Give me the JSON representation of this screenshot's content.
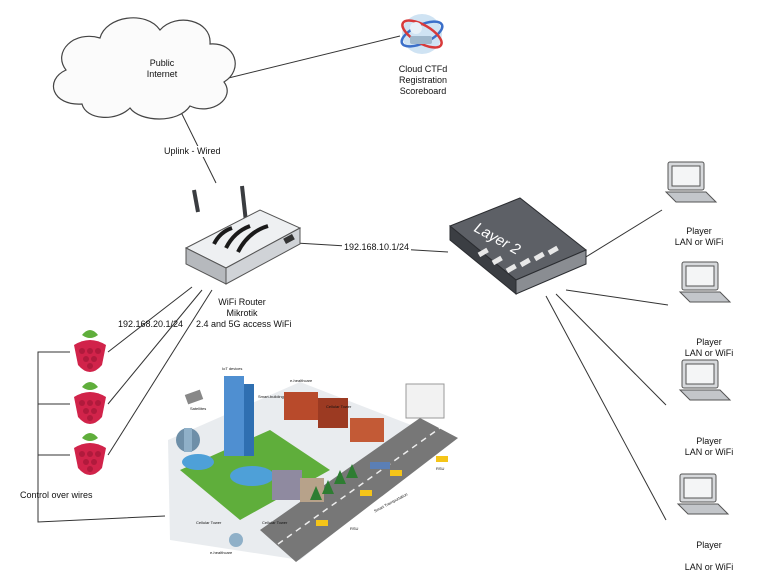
{
  "cloud": {
    "line1": "Public",
    "line2": "Internet"
  },
  "ctfd": {
    "line1": "Cloud CTFd",
    "line2": "Registration",
    "line3": "Scoreboard"
  },
  "links": {
    "uplink": "Uplink - Wired",
    "router_switch": "192.168.10.1/24",
    "router_pis": "192.168.20.1/24"
  },
  "router": {
    "line1": "WiFi Router",
    "line2": "Mikrotik",
    "line3": "2.4 and 5G access WiFi"
  },
  "switch": {
    "label": "Layer 2"
  },
  "pis": {
    "control_label": "Control over wires"
  },
  "city": {
    "labels": [
      "IoT devices",
      "Smart-building",
      "e-healthcare",
      "Satellites",
      "Cellular Tower",
      "Cellular Tower",
      "Cellular Tower",
      "e-healthcare",
      "Smart Transportation",
      "RSU",
      "RSU"
    ]
  },
  "players": [
    {
      "line1": "Player",
      "line2": "LAN or WiFi"
    },
    {
      "line1": "Player",
      "line2": "LAN or WiFi"
    },
    {
      "line1": "Player",
      "line2": "LAN or WiFi"
    },
    {
      "line1": "Player",
      "line2": "LAN or WiFi"
    }
  ],
  "icons": [
    "cloud-icon",
    "ctfd-globe-icon",
    "router-icon",
    "switch-icon",
    "laptop-icon",
    "raspberry-pi-icon",
    "smart-city-illustration"
  ],
  "colors": {
    "line": "#333333",
    "device_gray": "#d7d9dc",
    "switch_dark": "#4a4d52",
    "raspberry": "#d1234a",
    "leaf": "#5fae3b",
    "road": "#777777"
  }
}
